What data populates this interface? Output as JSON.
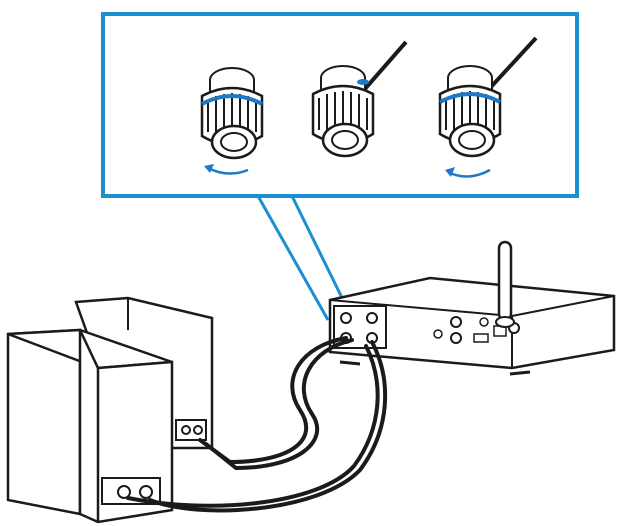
{
  "diagram": {
    "colors": {
      "callout_border": "#1a8fd1",
      "line": "#1b1b1b",
      "accent": "#1f78c8",
      "background": "#ffffff"
    },
    "steps": [
      {
        "icon": "binding-post-loosen-icon",
        "rotation_arrow": "counterclockwise"
      },
      {
        "icon": "binding-post-insert-wire-icon",
        "rotation_arrow": "none"
      },
      {
        "icon": "binding-post-tighten-icon",
        "rotation_arrow": "clockwise"
      }
    ],
    "devices": [
      {
        "icon": "speaker-rear-icon"
      },
      {
        "icon": "speaker-front-icon"
      },
      {
        "icon": "receiver-icon"
      },
      {
        "icon": "antenna-icon"
      }
    ]
  }
}
